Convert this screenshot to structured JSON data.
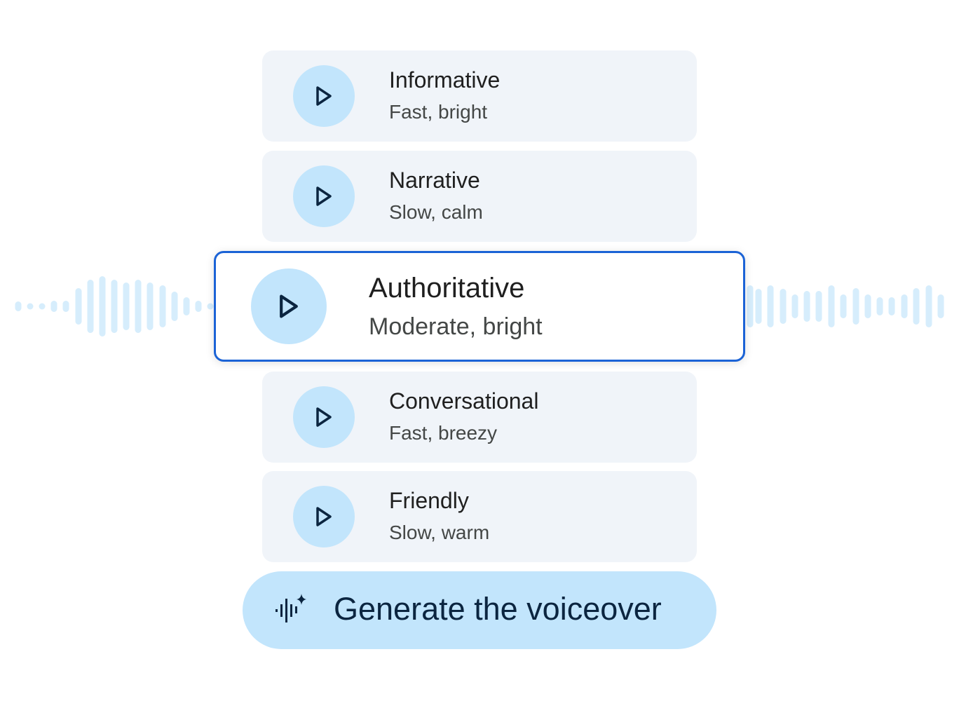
{
  "voices": [
    {
      "title": "Informative",
      "subtitle": "Fast, bright"
    },
    {
      "title": "Narrative",
      "subtitle": "Slow, calm"
    },
    {
      "title": "Authoritative",
      "subtitle": "Moderate, bright",
      "selected": true
    },
    {
      "title": "Conversational",
      "subtitle": "Fast, breezy"
    },
    {
      "title": "Friendly",
      "subtitle": "Slow, warm"
    }
  ],
  "generate_button": {
    "label": "Generate the voiceover",
    "icon": "audio-spark-icon"
  },
  "colors": {
    "accent": "#1b63d6",
    "play_bg": "#c2e5fc",
    "card_bg": "#f0f4f9",
    "wave": "#d6edfc",
    "text_dark": "#0b2540"
  }
}
